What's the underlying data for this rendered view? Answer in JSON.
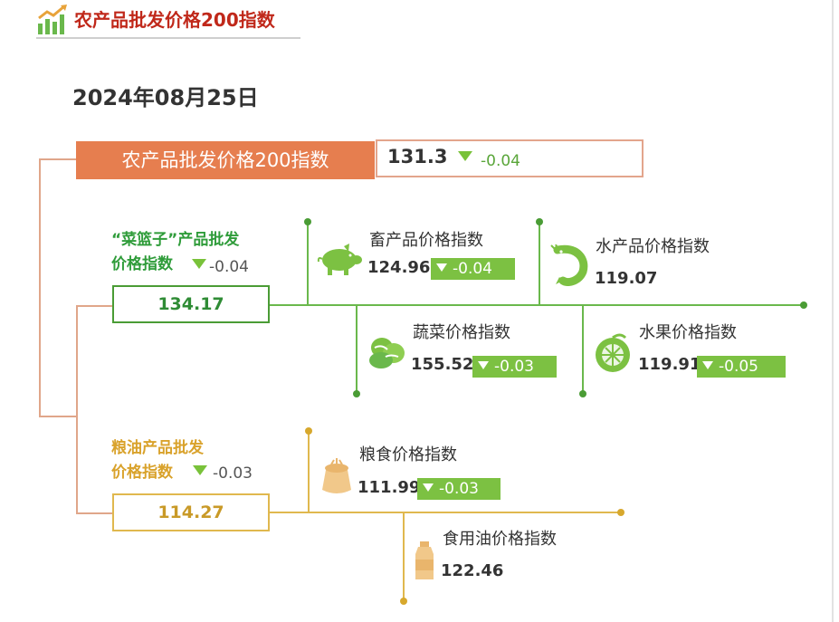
{
  "header": {
    "title": "农产品批发价格200指数"
  },
  "date": "2024年08月25日",
  "main": {
    "label": "农产品批发价格200指数",
    "value": "131.3",
    "change": "-0.04"
  },
  "groups": {
    "basket": {
      "title_line1": "“菜篮子”产品批发",
      "title_line2": "价格指数",
      "change": "-0.04",
      "value": "134.17",
      "items": {
        "livestock": {
          "name": "畜产品价格指数",
          "value": "124.96",
          "change": "-0.04",
          "icon": "pig-icon"
        },
        "aquatic": {
          "name": "水产品价格指数",
          "value": "119.07",
          "icon": "shrimp-icon"
        },
        "vegetable": {
          "name": "蔬菜价格指数",
          "value": "155.52",
          "change": "-0.03",
          "icon": "vegetable-icon"
        },
        "fruit": {
          "name": "水果价格指数",
          "value": "119.91",
          "change": "-0.05",
          "icon": "lime-icon"
        }
      }
    },
    "grain_oil": {
      "title_line1": "粮油产品批发",
      "title_line2": "价格指数",
      "change": "-0.03",
      "value": "114.27",
      "items": {
        "grain": {
          "name": "粮食价格指数",
          "value": "111.99",
          "change": "-0.03",
          "icon": "grain-sack-icon"
        },
        "oil": {
          "name": "食用油价格指数",
          "value": "122.46",
          "icon": "oil-bottle-icon"
        }
      }
    }
  },
  "colors": {
    "header_red": "#c0281a",
    "orange": "#e67e4f",
    "green": "#4a9c35",
    "badge_green": "#7cc142",
    "gold": "#d9a22b"
  }
}
